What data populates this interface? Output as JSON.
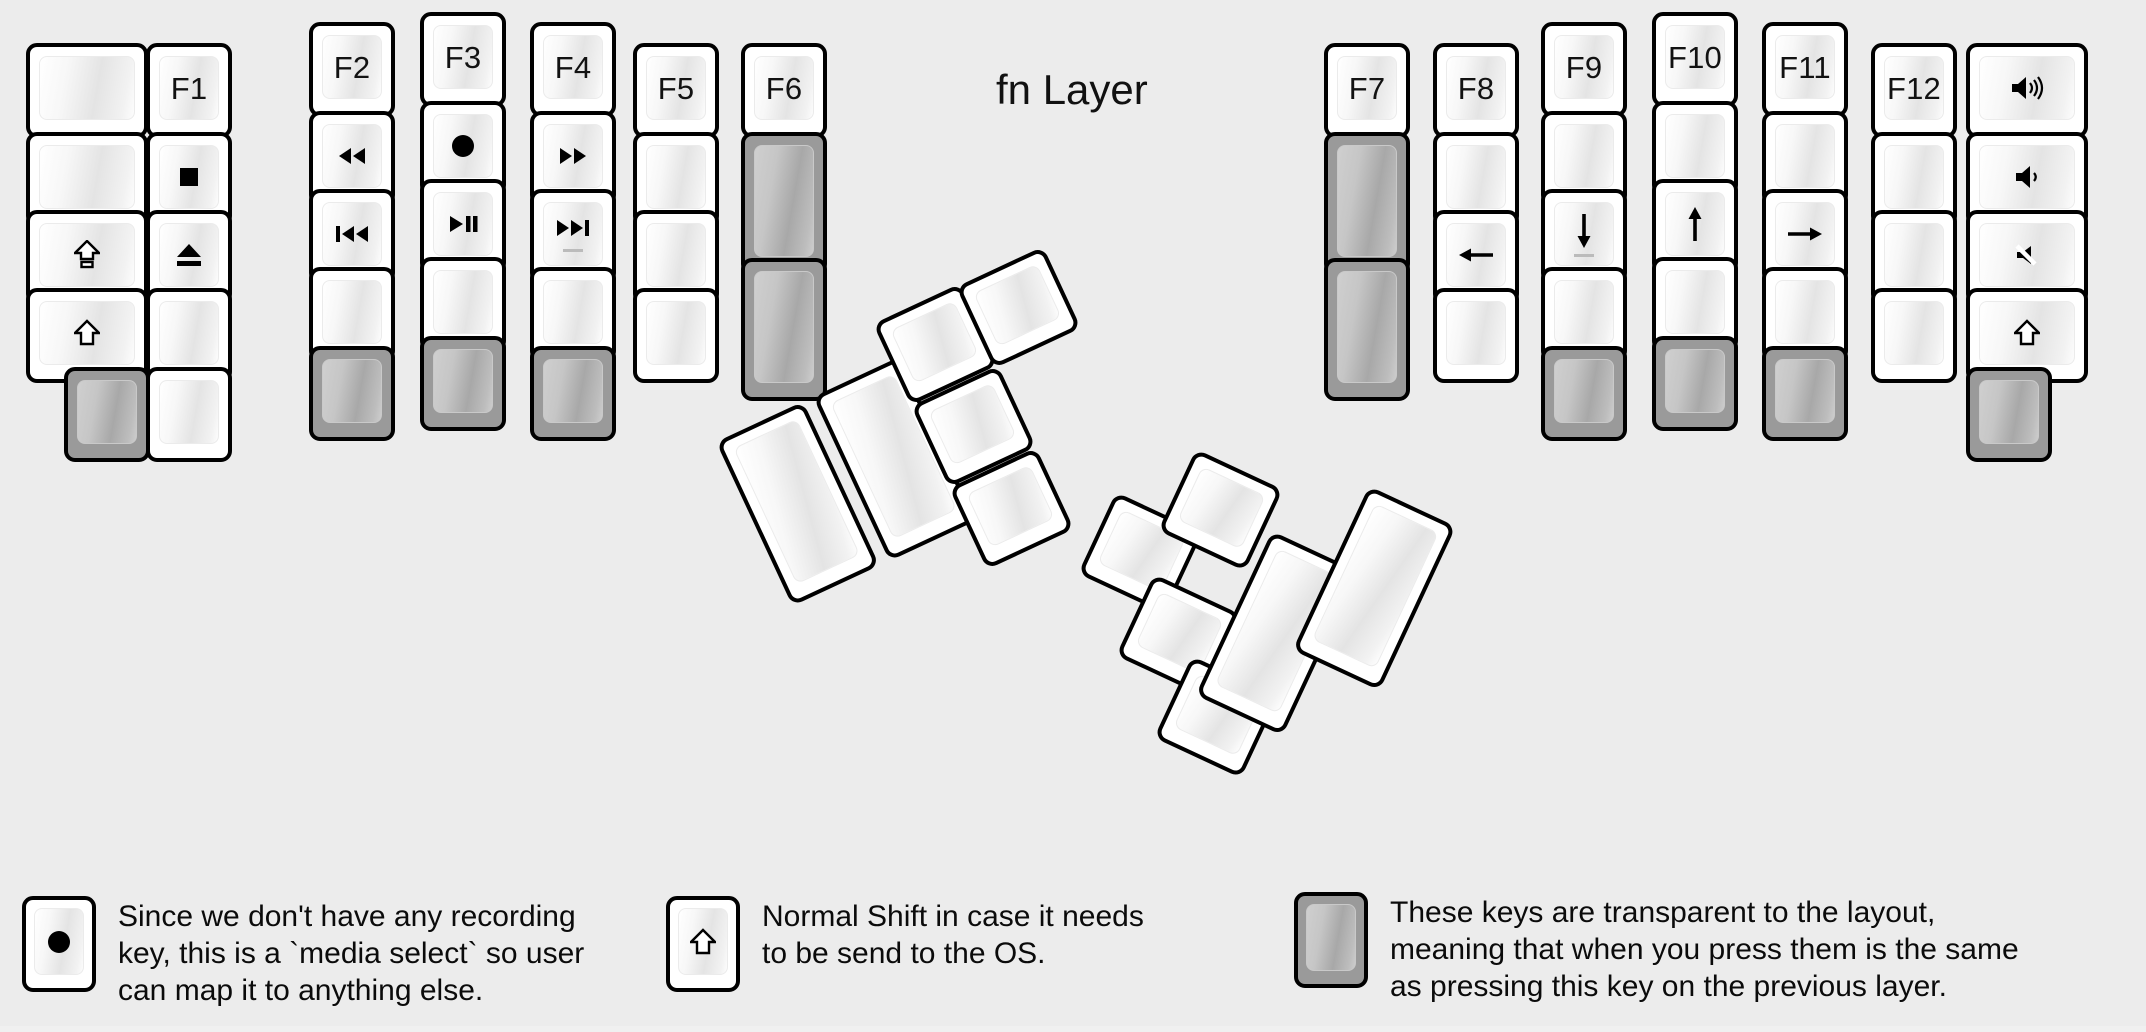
{
  "title": "fn Layer",
  "colors": {
    "background": "#ececec",
    "key_face": "#ffffff",
    "key_border": "#000000",
    "transparent_key": "#9a9a9a",
    "label_text": "#121212"
  },
  "legend": [
    {
      "key_glyph": "record-circle",
      "text": "Since we don't have any recording\nkey, this is a `media select` so user\ncan map it to anything else."
    },
    {
      "key_glyph": "shift-arrow",
      "text": "Normal Shift in case it needs\nto be send to the OS."
    },
    {
      "key_glyph": "blank-transparent",
      "text": "These keys are transparent to the layout,\nmeaning that when you press them is the same\nas pressing this key on the previous layer."
    }
  ],
  "left_half": {
    "columns": [
      {
        "name": "col-pinky-outer",
        "keys": [
          {
            "label": "",
            "glyph": "",
            "type": "normal"
          },
          {
            "label": "",
            "glyph": "",
            "type": "normal"
          },
          {
            "label": "",
            "glyph": "caps-lock-arrow",
            "type": "normal"
          },
          {
            "label": "",
            "glyph": "shift-arrow",
            "type": "normal"
          }
        ]
      },
      {
        "name": "col-pinky",
        "keys": [
          {
            "label": "F1",
            "glyph": "",
            "type": "normal"
          },
          {
            "label": "",
            "glyph": "media-stop",
            "type": "normal"
          },
          {
            "label": "",
            "glyph": "media-eject",
            "type": "normal"
          },
          {
            "label": "",
            "glyph": "",
            "type": "normal"
          },
          {
            "label": "",
            "glyph": "",
            "type": "normal"
          }
        ]
      },
      {
        "name": "col-ring",
        "keys": [
          {
            "label": "F2",
            "glyph": "",
            "type": "normal"
          },
          {
            "label": "",
            "glyph": "media-rewind",
            "type": "normal"
          },
          {
            "label": "",
            "glyph": "media-prev-track",
            "type": "normal"
          },
          {
            "label": "",
            "glyph": "",
            "type": "normal"
          },
          {
            "label": "",
            "glyph": "",
            "type": "transparent"
          }
        ]
      },
      {
        "name": "col-middle",
        "keys": [
          {
            "label": "F3",
            "glyph": "",
            "type": "normal"
          },
          {
            "label": "",
            "glyph": "media-record",
            "type": "normal"
          },
          {
            "label": "",
            "glyph": "media-play-pause",
            "type": "normal"
          },
          {
            "label": "",
            "glyph": "",
            "type": "normal"
          },
          {
            "label": "",
            "glyph": "",
            "type": "transparent"
          }
        ]
      },
      {
        "name": "col-index",
        "keys": [
          {
            "label": "F4",
            "glyph": "",
            "type": "normal"
          },
          {
            "label": "",
            "glyph": "media-fast-forward",
            "type": "normal"
          },
          {
            "label": "",
            "glyph": "media-next-track",
            "type": "normal"
          },
          {
            "label": "",
            "glyph": "",
            "type": "normal"
          },
          {
            "label": "",
            "glyph": "",
            "type": "transparent"
          }
        ]
      },
      {
        "name": "col-index-inner",
        "keys": [
          {
            "label": "F5",
            "glyph": "",
            "type": "normal"
          },
          {
            "label": "",
            "glyph": "",
            "type": "normal"
          },
          {
            "label": "",
            "glyph": "",
            "type": "normal"
          },
          {
            "label": "",
            "glyph": "",
            "type": "normal"
          }
        ]
      },
      {
        "name": "col-inner",
        "keys": [
          {
            "label": "F6",
            "glyph": "",
            "type": "normal"
          },
          {
            "label": "",
            "glyph": "",
            "type": "transparent"
          },
          {
            "label": "",
            "glyph": "",
            "type": "transparent"
          }
        ]
      }
    ],
    "thumb_cluster_count": 6
  },
  "right_half": {
    "columns": [
      {
        "name": "col-inner",
        "keys": [
          {
            "label": "F7",
            "glyph": "",
            "type": "normal"
          },
          {
            "label": "",
            "glyph": "",
            "type": "transparent"
          },
          {
            "label": "",
            "glyph": "",
            "type": "transparent"
          }
        ]
      },
      {
        "name": "col-index-inner",
        "keys": [
          {
            "label": "F8",
            "glyph": "",
            "type": "normal"
          },
          {
            "label": "",
            "glyph": "",
            "type": "normal"
          },
          {
            "label": "",
            "glyph": "arrow-left",
            "type": "normal"
          },
          {
            "label": "",
            "glyph": "",
            "type": "normal"
          }
        ]
      },
      {
        "name": "col-index",
        "keys": [
          {
            "label": "F9",
            "glyph": "",
            "type": "normal"
          },
          {
            "label": "",
            "glyph": "",
            "type": "normal"
          },
          {
            "label": "",
            "glyph": "arrow-down",
            "type": "normal"
          },
          {
            "label": "",
            "glyph": "",
            "type": "normal"
          },
          {
            "label": "",
            "glyph": "",
            "type": "transparent"
          }
        ]
      },
      {
        "name": "col-middle",
        "keys": [
          {
            "label": "F10",
            "glyph": "",
            "type": "normal"
          },
          {
            "label": "",
            "glyph": "",
            "type": "normal"
          },
          {
            "label": "",
            "glyph": "arrow-up",
            "type": "normal"
          },
          {
            "label": "",
            "glyph": "",
            "type": "normal"
          },
          {
            "label": "",
            "glyph": "",
            "type": "transparent"
          }
        ]
      },
      {
        "name": "col-ring",
        "keys": [
          {
            "label": "F11",
            "glyph": "",
            "type": "normal"
          },
          {
            "label": "",
            "glyph": "",
            "type": "normal"
          },
          {
            "label": "",
            "glyph": "arrow-right",
            "type": "normal"
          },
          {
            "label": "",
            "glyph": "",
            "type": "normal"
          },
          {
            "label": "",
            "glyph": "",
            "type": "transparent"
          }
        ]
      },
      {
        "name": "col-pinky",
        "keys": [
          {
            "label": "F12",
            "glyph": "",
            "type": "normal"
          },
          {
            "label": "",
            "glyph": "",
            "type": "normal"
          },
          {
            "label": "",
            "glyph": "",
            "type": "normal"
          },
          {
            "label": "",
            "glyph": "",
            "type": "normal"
          }
        ]
      },
      {
        "name": "col-pinky-outer",
        "keys": [
          {
            "label": "",
            "glyph": "volume-up",
            "type": "normal"
          },
          {
            "label": "",
            "glyph": "volume-down",
            "type": "normal"
          },
          {
            "label": "",
            "glyph": "volume-mute",
            "type": "normal"
          },
          {
            "label": "",
            "glyph": "shift-arrow",
            "type": "normal"
          },
          {
            "label": "",
            "glyph": "",
            "type": "transparent"
          }
        ]
      }
    ],
    "thumb_cluster_count": 6
  }
}
